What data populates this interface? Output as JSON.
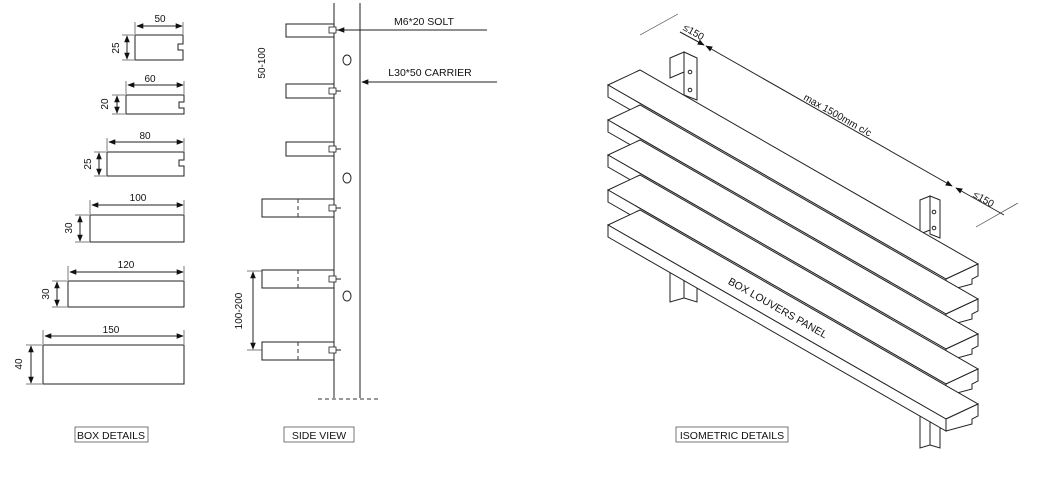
{
  "box_details": {
    "caption": "BOX DETAILS",
    "sizes": [
      {
        "width": "50",
        "height": "25"
      },
      {
        "width": "60",
        "height": "20"
      },
      {
        "width": "80",
        "height": "25"
      },
      {
        "width": "100",
        "height": "30"
      },
      {
        "width": "120",
        "height": "30"
      },
      {
        "width": "150",
        "height": "40"
      }
    ]
  },
  "side_view": {
    "caption": "SIDE VIEW",
    "bolt_note": "M6*20 SOLT",
    "carrier_note": "L30*50 CARRIER",
    "top_spacing": "50-100",
    "bottom_spacing": "100-200"
  },
  "isometric": {
    "caption": "ISOMETRIC DETAILS",
    "span_label": "max 1500mm  c/c",
    "overhang_left": "≤150",
    "overhang_right": "≤150",
    "panel_label": "BOX LOUVERS PANEL"
  }
}
